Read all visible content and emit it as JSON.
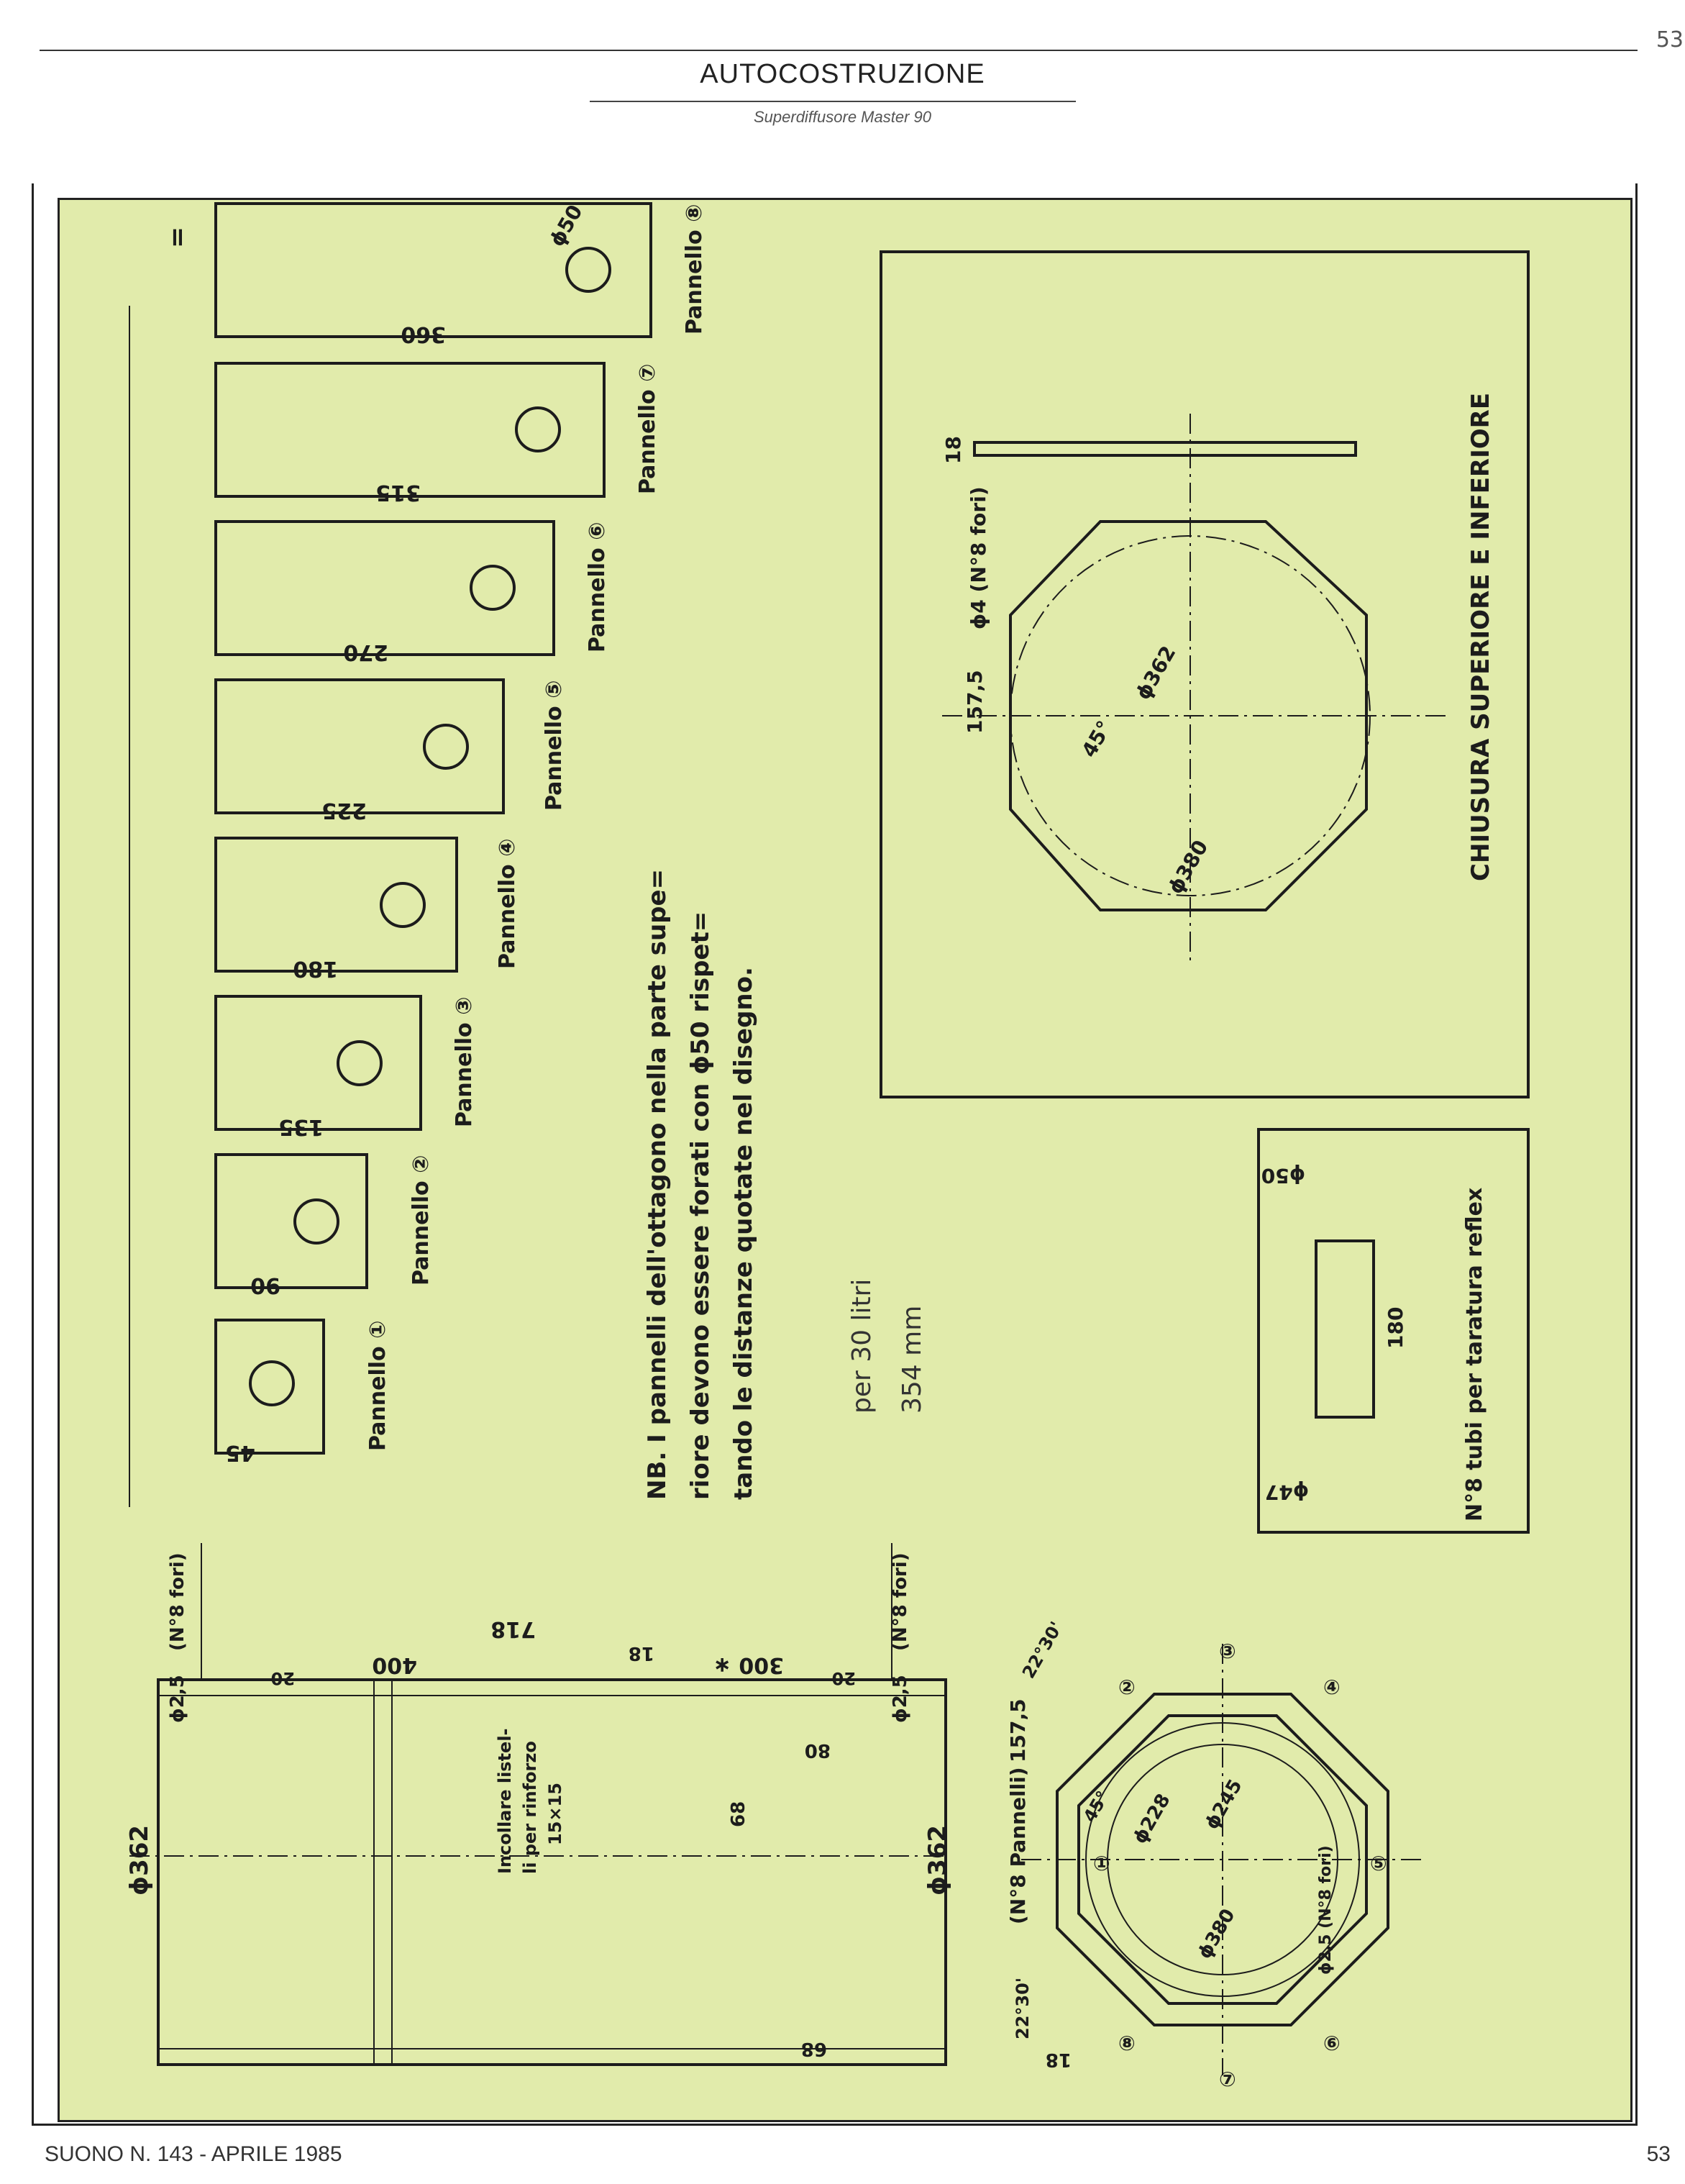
{
  "header": {
    "page_number": "53",
    "section": "AUTOCOSTRUZIONE",
    "subtitle": "Superdiffusore Master 90"
  },
  "footer": {
    "issue": "SUONO N. 143 - APRILE 1985",
    "page_number": "53"
  },
  "drawing": {
    "panels": [
      {
        "label": "Pannello ①",
        "length": "45"
      },
      {
        "label": "Pannello ②",
        "length": "90"
      },
      {
        "label": "Pannello ③",
        "length": "135"
      },
      {
        "label": "Pannello ④",
        "length": "180"
      },
      {
        "label": "Pannello ⑤",
        "length": "225"
      },
      {
        "label": "Pannello ⑥",
        "length": "270"
      },
      {
        "label": "Pannello ⑦",
        "length": "315"
      },
      {
        "label": "Pannello ⑧",
        "length": "360"
      }
    ],
    "hole_diameter": "ɸ50",
    "equal_mark": "=",
    "note": [
      "NB. I pannelli dell'ottagono nella parte supe=",
      "riore devono essere forati con ɸ50 rispet=",
      "tando le distanze quotate nel disegno."
    ],
    "handwritten": [
      "per 30 litri",
      "354 mm"
    ],
    "closure": {
      "title": "CHIUSURA SUPERIORE E INFERIORE",
      "holes": "ɸ4 (N°8 fori)",
      "thickness": "18",
      "half_width": "157,5",
      "d362": "ɸ362",
      "d380": "ɸ380",
      "angle": "45°"
    },
    "reflex": {
      "title": "N°8 tubi per taratura reflex",
      "d50": "ɸ50",
      "d47": "ɸ47",
      "length": "180"
    },
    "side_view": {
      "total": "718",
      "upper": "400",
      "joint": "18",
      "lower": "300 ∗",
      "rim": "20",
      "rim2": "20",
      "holes_left": "(N°8 fori)",
      "holes_right": "(N°8 fori)",
      "d25_left": "ɸ2,5",
      "d25_right": "ɸ2,5",
      "d362_left": "ɸ362",
      "d362_right": "ɸ362",
      "offset": "80",
      "slot": "68",
      "slot_w": "68",
      "reinforce": [
        "Incollare listel-",
        "li per rinforzo",
        "15×15"
      ]
    },
    "octagon_section": {
      "panels_count": "(N°8 Pannelli)",
      "half": "157,5",
      "angle_a": "22°30'",
      "angle_b": "22°30'",
      "angle_c": "45°",
      "d245": "ɸ245",
      "d228": "ɸ228",
      "d380": "ɸ380",
      "holes": "ɸ2,5 (N°8 fori)",
      "thickness": "18",
      "numbers": [
        "①",
        "②",
        "③",
        "④",
        "⑤",
        "⑥",
        "⑦",
        "⑧"
      ]
    }
  }
}
